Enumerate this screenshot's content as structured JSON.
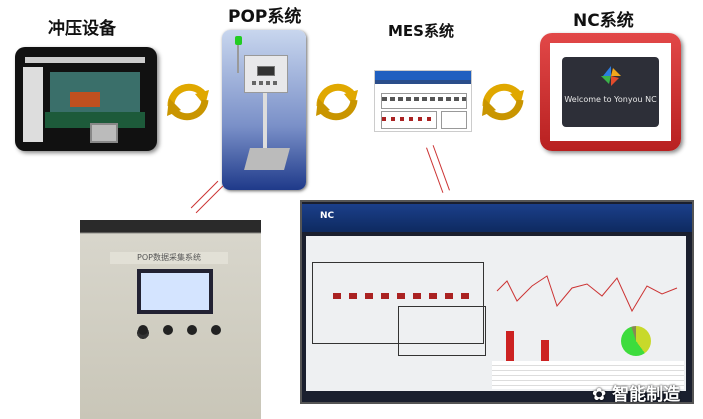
{
  "labels": {
    "press": "冲压设备",
    "pop": "POP系统",
    "mes": "MES系统",
    "nc": "NC系统"
  },
  "nc_screen": {
    "welcome": "Welcome to Yonyou NC"
  },
  "pop_photo": {
    "panel_title": "POP数据采集系统"
  },
  "nc_dashboard": {
    "logo": "NC"
  },
  "watermark": {
    "text": "智能制造"
  },
  "colors": {
    "arrow_cycle": "#e0a800",
    "nc_red": "#d23434",
    "pop_blue": "#3a56a8",
    "link_arrow": "#c33333"
  }
}
